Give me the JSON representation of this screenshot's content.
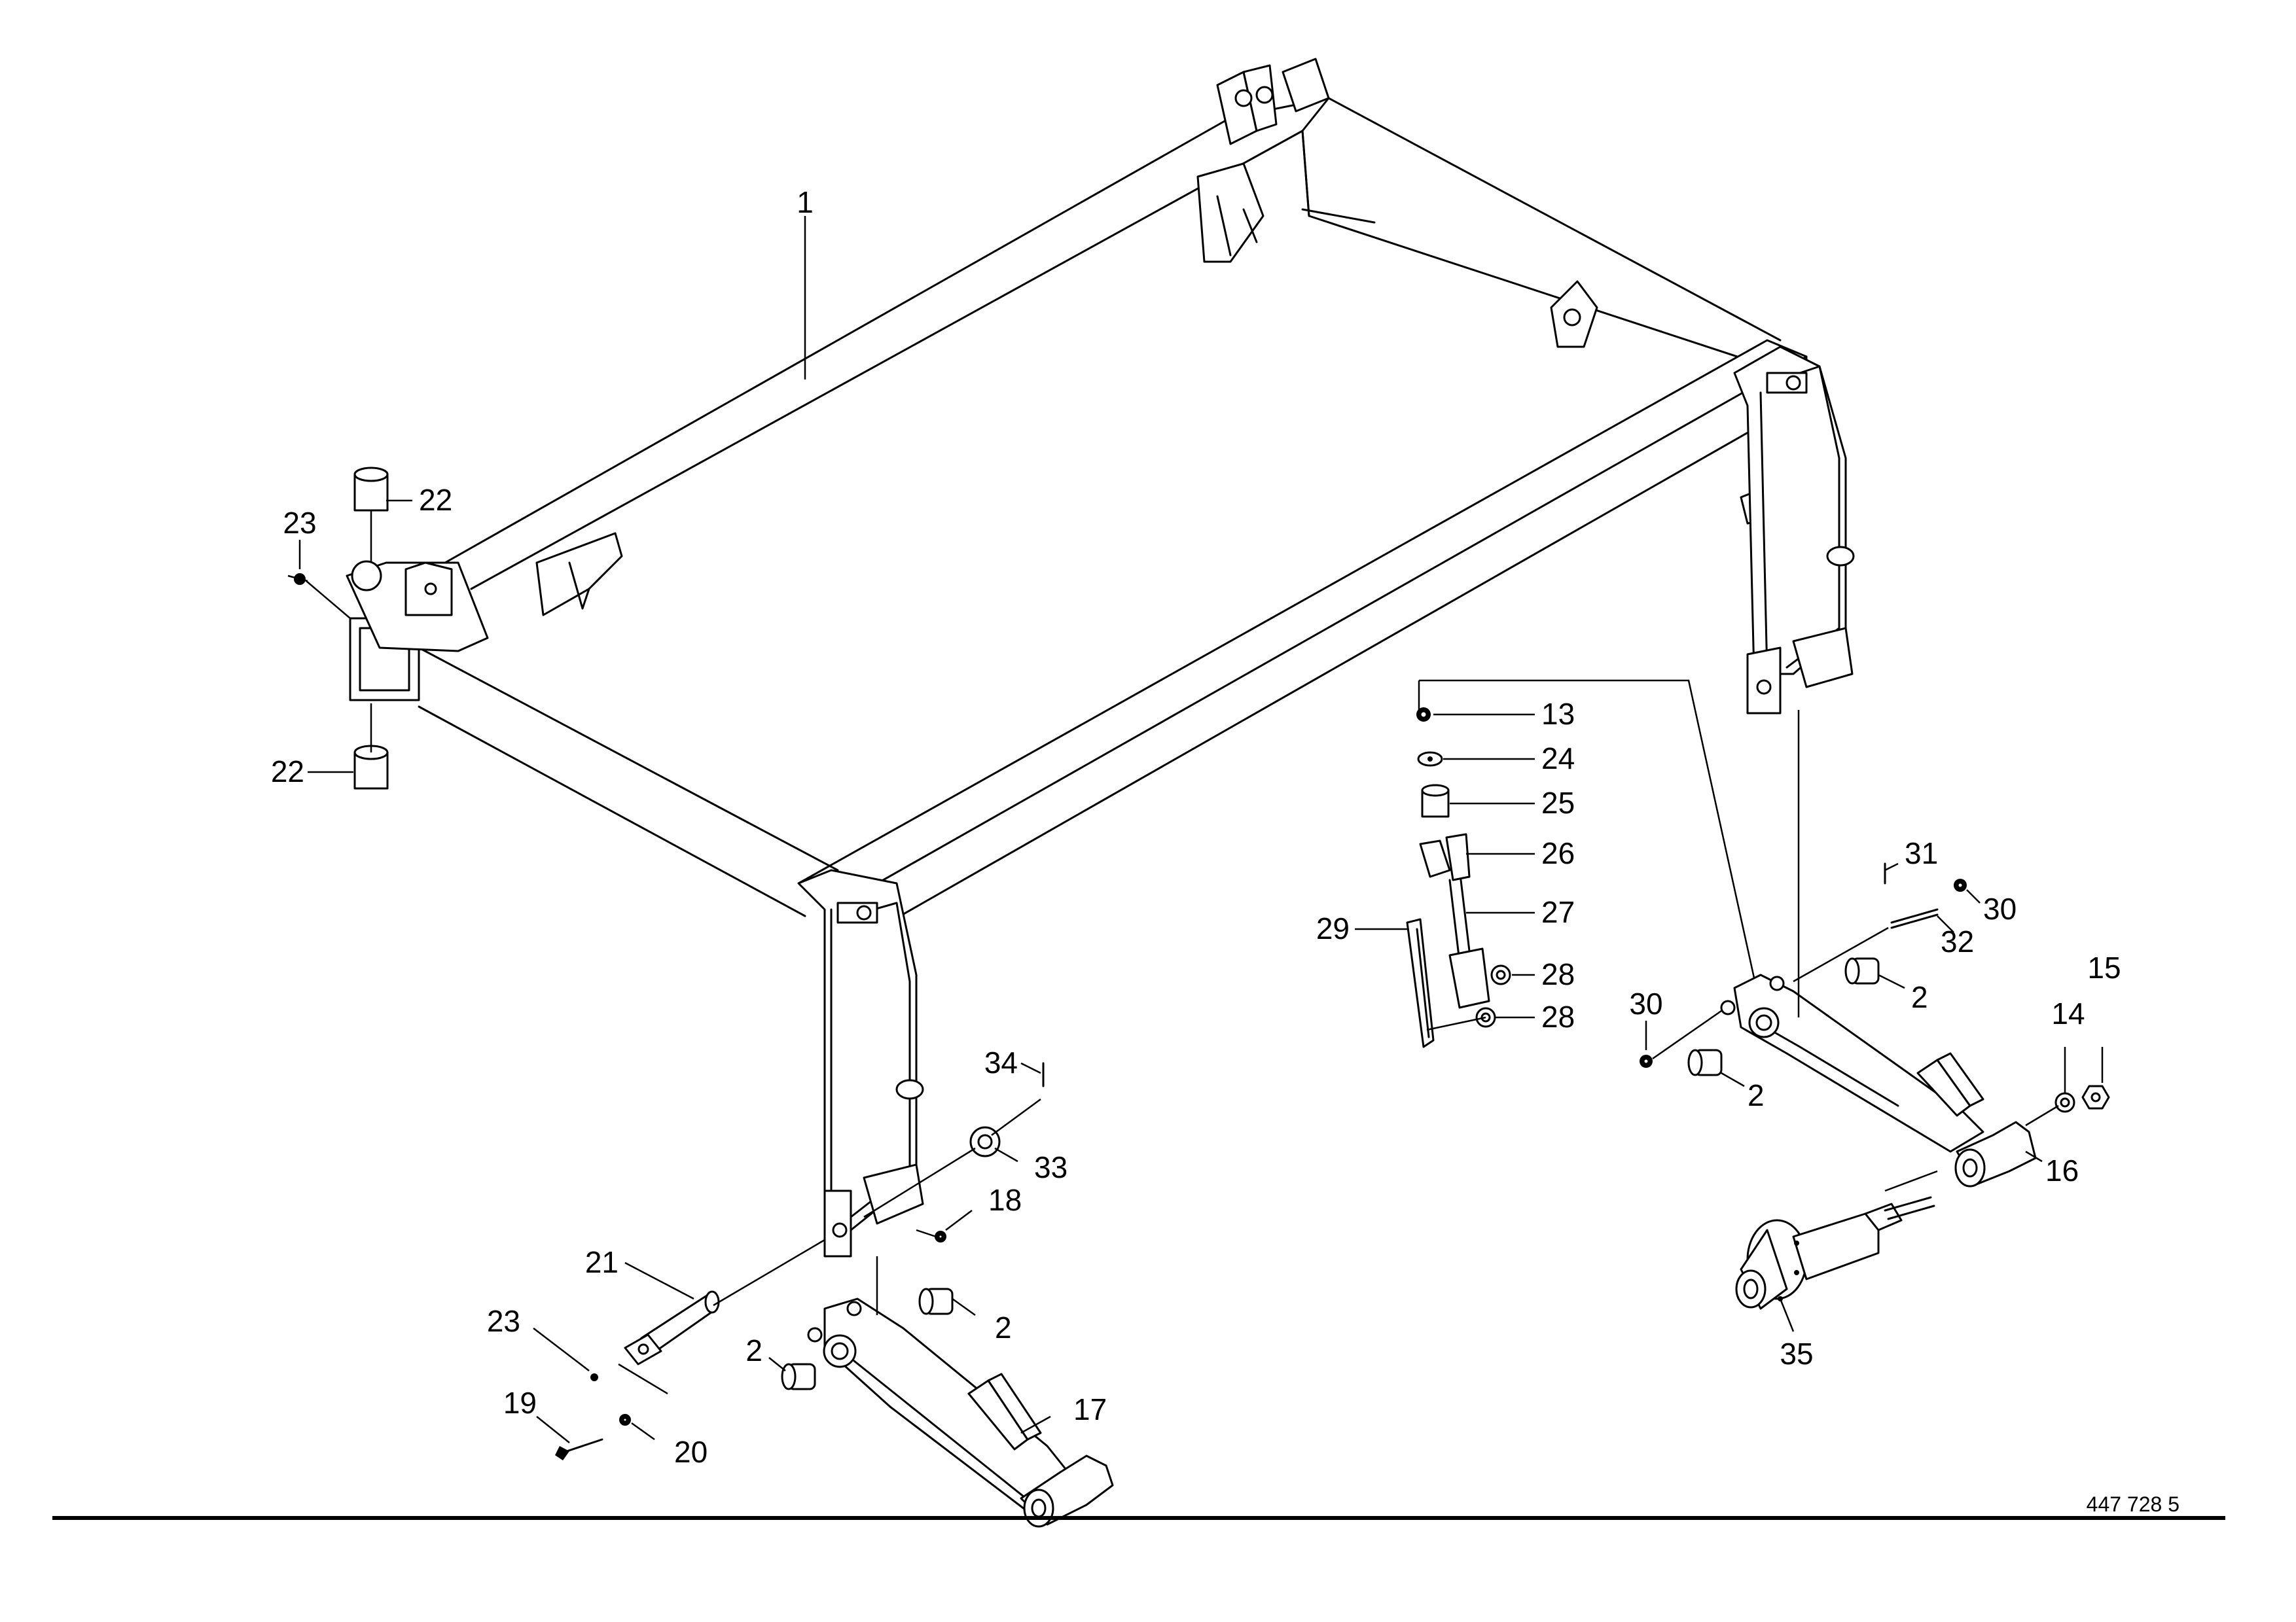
{
  "drawing": {
    "document_number": "447 728 5"
  },
  "callouts": [
    {
      "id": "c1",
      "label": "1"
    },
    {
      "id": "c22a",
      "label": "22"
    },
    {
      "id": "c23a",
      "label": "23"
    },
    {
      "id": "c22b",
      "label": "22"
    },
    {
      "id": "c13",
      "label": "13"
    },
    {
      "id": "c24",
      "label": "24"
    },
    {
      "id": "c25",
      "label": "25"
    },
    {
      "id": "c26",
      "label": "26"
    },
    {
      "id": "c27",
      "label": "27"
    },
    {
      "id": "c29",
      "label": "29"
    },
    {
      "id": "c28a",
      "label": "28"
    },
    {
      "id": "c28b",
      "label": "28"
    },
    {
      "id": "c31",
      "label": "31"
    },
    {
      "id": "c30a",
      "label": "30"
    },
    {
      "id": "c32",
      "label": "32"
    },
    {
      "id": "c30b",
      "label": "30"
    },
    {
      "id": "c2a",
      "label": "2"
    },
    {
      "id": "c2b",
      "label": "2"
    },
    {
      "id": "c15",
      "label": "15"
    },
    {
      "id": "c14",
      "label": "14"
    },
    {
      "id": "c16",
      "label": "16"
    },
    {
      "id": "c35",
      "label": "35"
    },
    {
      "id": "c34",
      "label": "34"
    },
    {
      "id": "c33",
      "label": "33"
    },
    {
      "id": "c18",
      "label": "18"
    },
    {
      "id": "c21",
      "label": "21"
    },
    {
      "id": "c23b",
      "label": "23"
    },
    {
      "id": "c2c",
      "label": "2"
    },
    {
      "id": "c2d",
      "label": "2"
    },
    {
      "id": "c17",
      "label": "17"
    },
    {
      "id": "c19",
      "label": "19"
    },
    {
      "id": "c20",
      "label": "20"
    }
  ]
}
